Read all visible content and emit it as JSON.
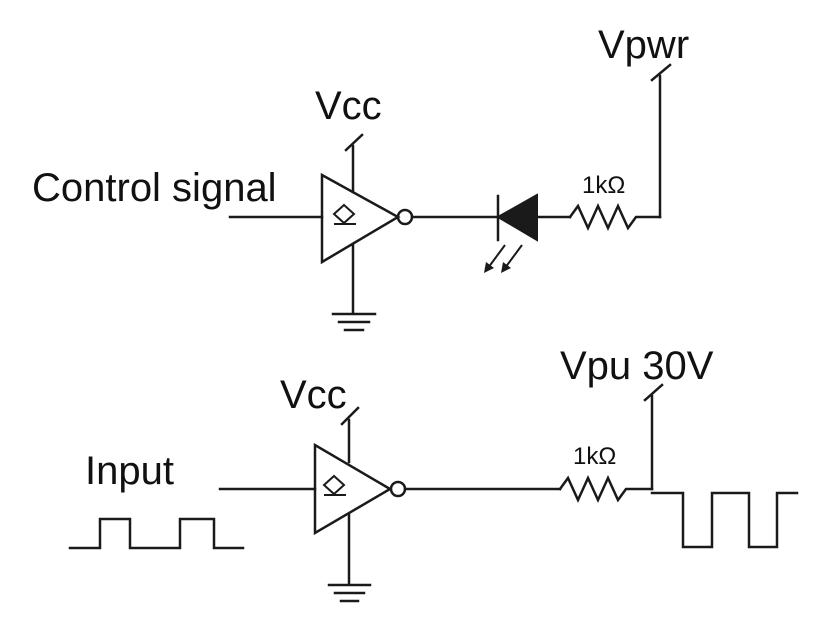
{
  "top_circuit": {
    "input_label": "Control signal",
    "supply_label": "Vcc",
    "rail_label": "Vpwr",
    "resistor_label": "1kΩ"
  },
  "bottom_circuit": {
    "input_label": "Input",
    "supply_label": "Vcc",
    "rail_label": "Vpu 30V",
    "resistor_label": "1kΩ"
  }
}
